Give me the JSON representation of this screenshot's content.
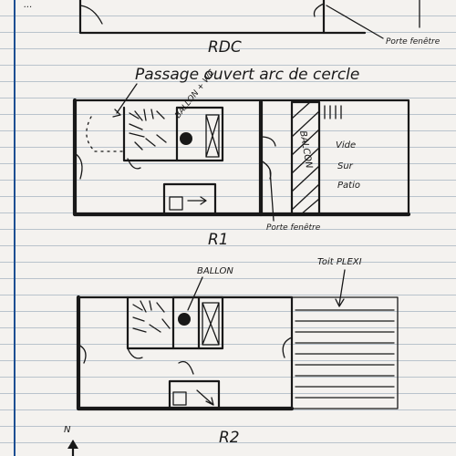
{
  "labels": {
    "top_left_fragment": "...",
    "rdc": "RDC",
    "porte_fenetre_top": "Porte fenêtre",
    "passage": "Passage ouvert arc de cercle",
    "ballon_wc": "BALLON + WC",
    "balcon": "BALCON",
    "vide_line1": "Vide",
    "vide_line2": "Sur",
    "vide_line3": "Patio",
    "porte_fenetre_mid": "Porte fenêtre",
    "r1": "R1",
    "ballon_r2": "BALLON",
    "toit_plexi": "Toit PLEXI",
    "north": "N",
    "r2": "R2"
  },
  "colors": {
    "ink": "#181818",
    "rule_line": "#b9c3cc",
    "margin_line": "#1d4f93",
    "paper": "#f4f2ef"
  }
}
